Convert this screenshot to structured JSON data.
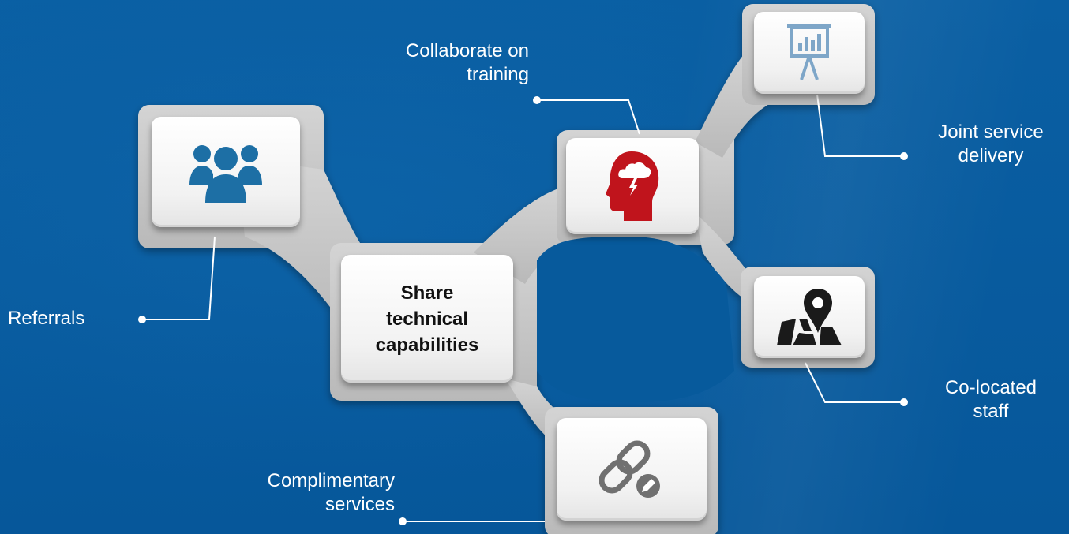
{
  "center": {
    "label": "Share\ntechnical\ncapabilities"
  },
  "nodes": {
    "referrals": {
      "label": "Referrals",
      "icon": "people-group-icon",
      "color": "#1d6fa5"
    },
    "training": {
      "label": "Collaborate on\ntraining",
      "icon": "head-brainstorm-icon",
      "color": "#c0141c"
    },
    "joint": {
      "label": "Joint service\ndelivery",
      "icon": "presentation-board-icon",
      "color": "#7ea6c8"
    },
    "colocated": {
      "label": "Co-located\nstaff",
      "icon": "map-location-pin-icon",
      "color": "#1a1a1a"
    },
    "complimentary": {
      "label": "Complimentary\nservices",
      "icon": "chain-link-edit-icon",
      "color": "#707070"
    }
  },
  "colors": {
    "background": "#075a9c",
    "frame": "#c9c9c9",
    "connector": "#ffffff"
  }
}
